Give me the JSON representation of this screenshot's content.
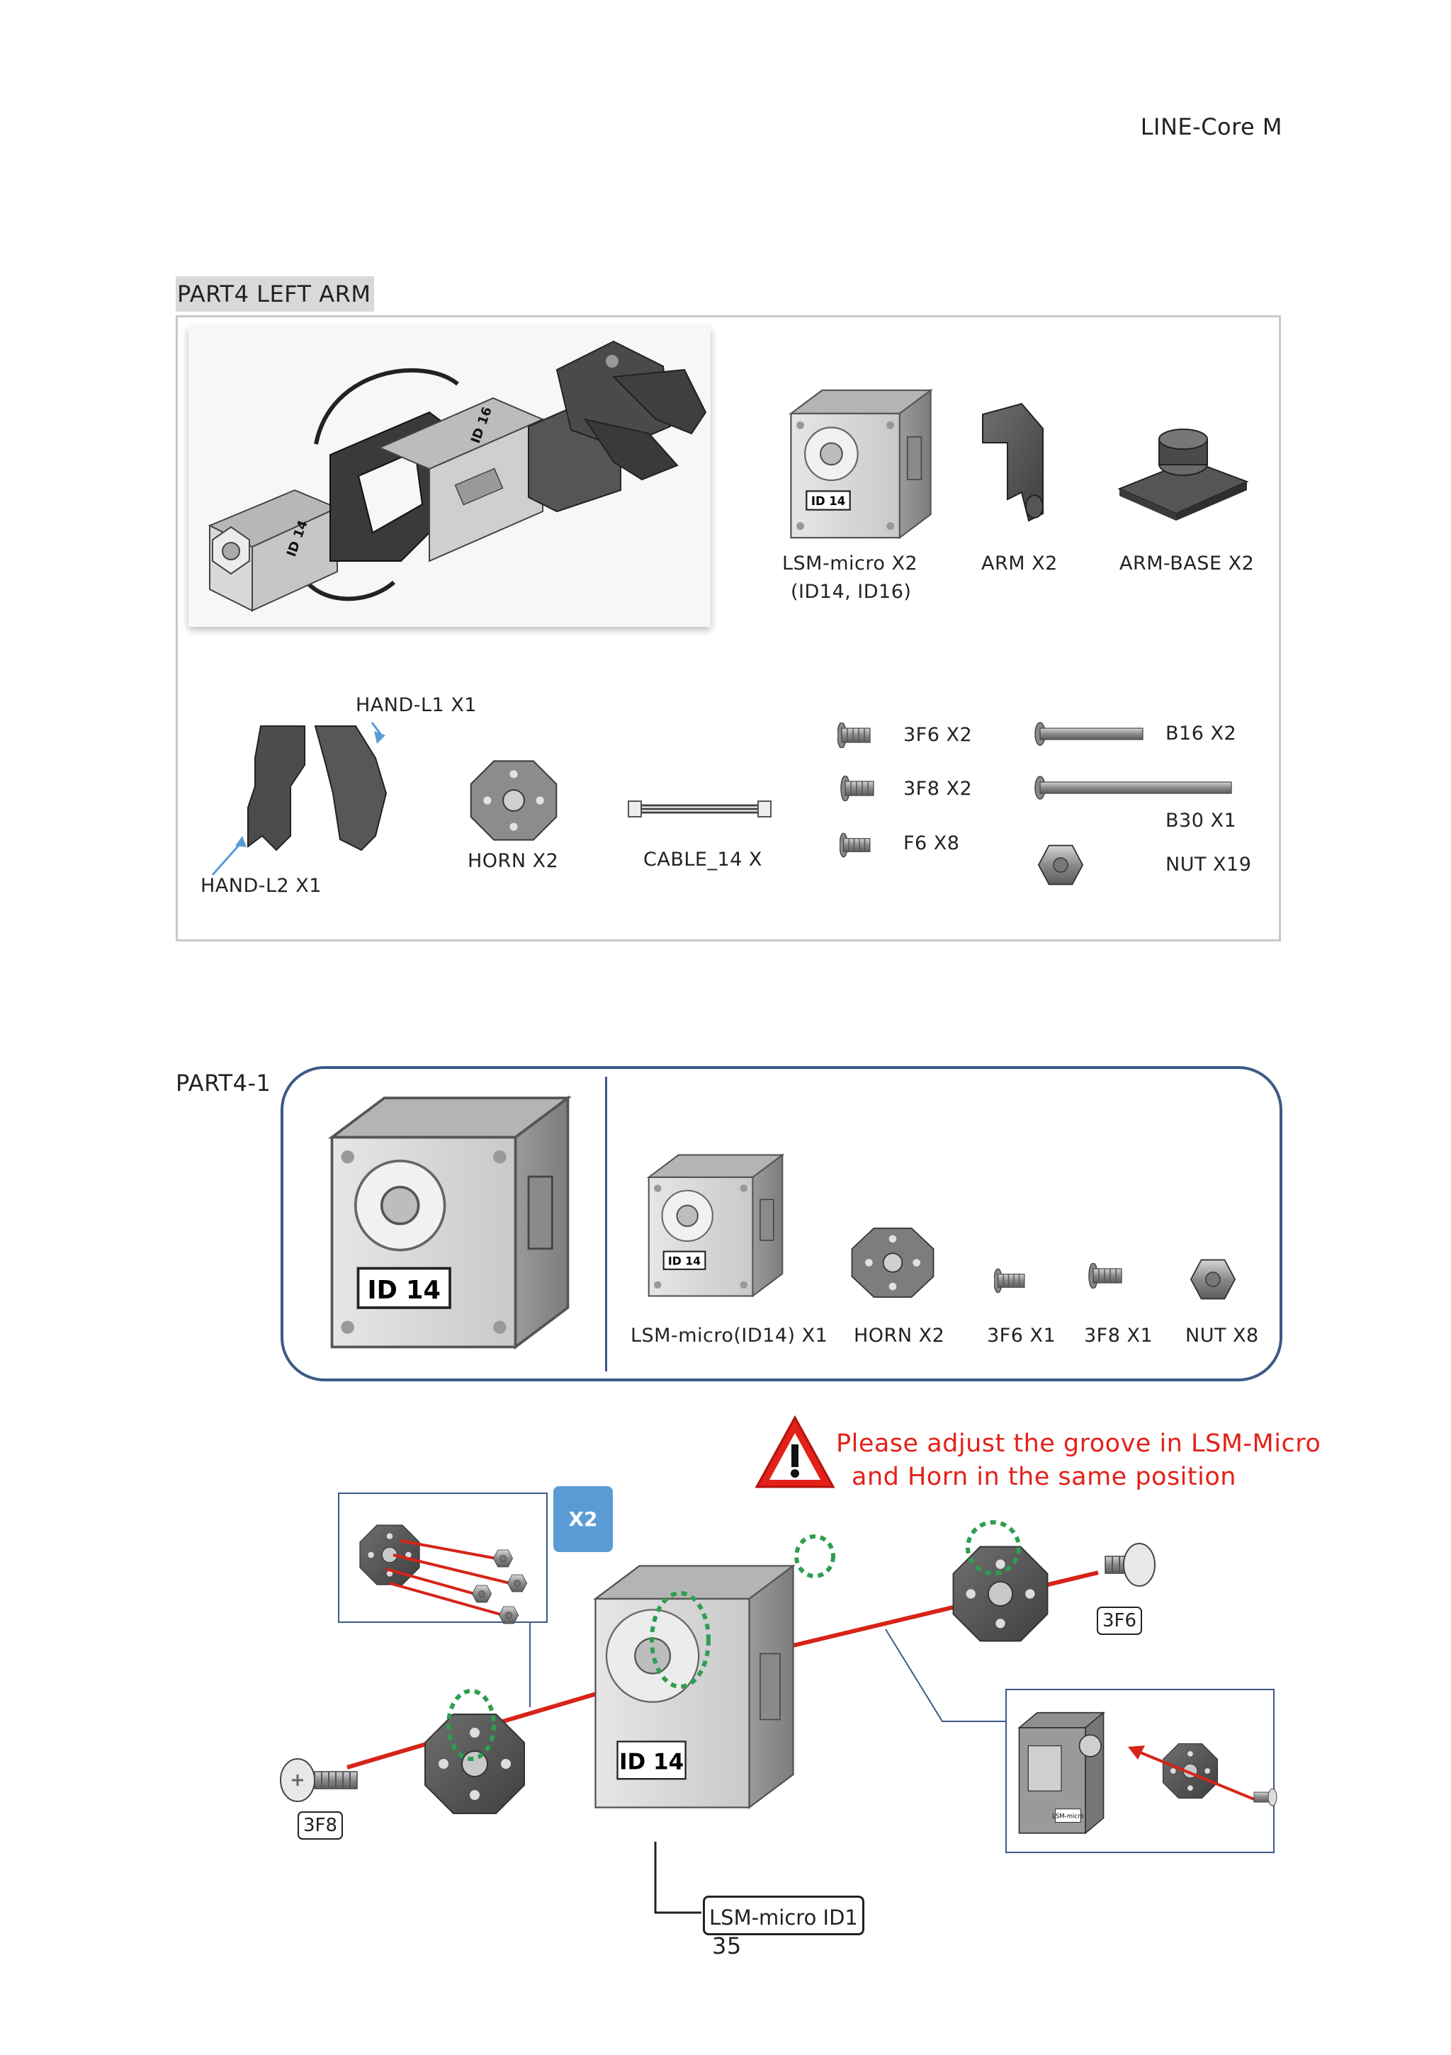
{
  "header": {
    "title": "LINE-Core  M"
  },
  "part4": {
    "title": "PART4  LEFT  ARM",
    "components": [
      {
        "name": "LSM-micro  X2",
        "sub": "(ID14,  ID16)",
        "icon": "servo-icon",
        "id_label": "ID 14"
      },
      {
        "name": "ARM  X2",
        "icon": "arm-bracket-icon"
      },
      {
        "name": "ARM-BASE  X2",
        "icon": "arm-base-icon"
      },
      {
        "name": "HAND-L1  X1",
        "icon": "hand-icon"
      },
      {
        "name": "HAND-L2  X1",
        "icon": "hand-icon"
      },
      {
        "name": "HORN  X2",
        "icon": "horn-icon"
      },
      {
        "name": "CABLE_14  X",
        "icon": "cable-icon"
      }
    ],
    "screws": [
      {
        "name": "3F6  X2"
      },
      {
        "name": "3F8  X2"
      },
      {
        "name": "F6  X8"
      }
    ],
    "bolts": [
      {
        "name": "B16  X2"
      },
      {
        "name": "B30  X1"
      },
      {
        "name": "NUT  X19"
      }
    ],
    "photo_labels": [
      "ID 14",
      "ID 16"
    ]
  },
  "part4_1": {
    "title": "PART4-1",
    "servo_id": "ID 14",
    "items": [
      {
        "name": "LSM-micro(ID14)  X1",
        "icon": "servo-icon",
        "id_label": "ID 14"
      },
      {
        "name": "HORN  X2",
        "icon": "horn-icon"
      },
      {
        "name": "3F6  X1",
        "icon": "screw-icon"
      },
      {
        "name": "3F8  X1",
        "icon": "screw-icon"
      },
      {
        "name": "NUT  X8",
        "icon": "nut-icon"
      }
    ]
  },
  "assembly": {
    "warning_line1": "Please  adjust  the  groove  in  LSM-Micro",
    "warning_line2": "and  Horn  in  the  same  position",
    "multiplier": "X2",
    "tag_3f6": "3F6",
    "tag_3f8": "3F8",
    "servo_label": "LSM-micro  ID1",
    "servo_id": "ID 14",
    "inset_label": "LSM-micro"
  },
  "colors": {
    "accent_blue": "#3c5a86",
    "badge_blue": "#5b9bd5",
    "warning_red": "#e32119",
    "groove_green": "#2e9e4f",
    "arrow_red": "#d62418"
  },
  "page": {
    "number": "35"
  }
}
